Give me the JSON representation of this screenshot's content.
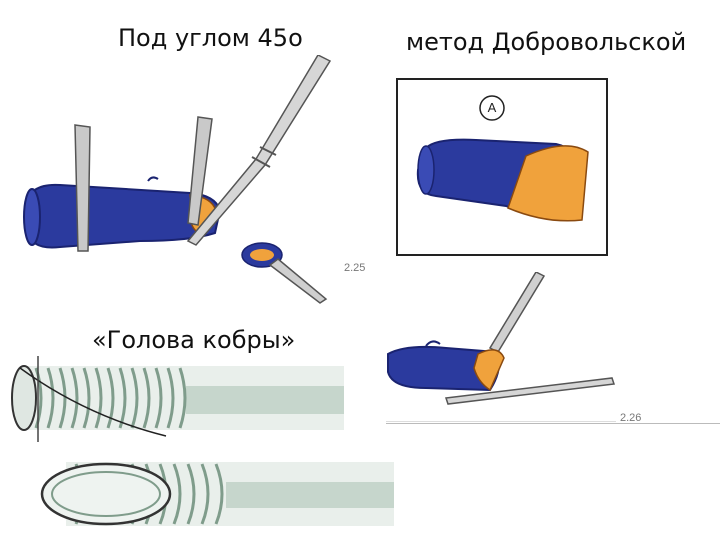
{
  "captions": {
    "angle_45": "Под углом 45o",
    "dobrovolskaya": "метод Добровольской",
    "cobra_head": "«Голова кобры»"
  },
  "figure_numbers": {
    "fig_a": "2.25",
    "fig_b": "2.26"
  },
  "inset_marker": "A",
  "colors": {
    "vessel_blue": "#2b3a9e",
    "vessel_dark": "#1a2370",
    "intima_orange": "#f0a23c",
    "instrument_gray": "#8a8a8a",
    "spring_green": "#9fb8a8"
  }
}
